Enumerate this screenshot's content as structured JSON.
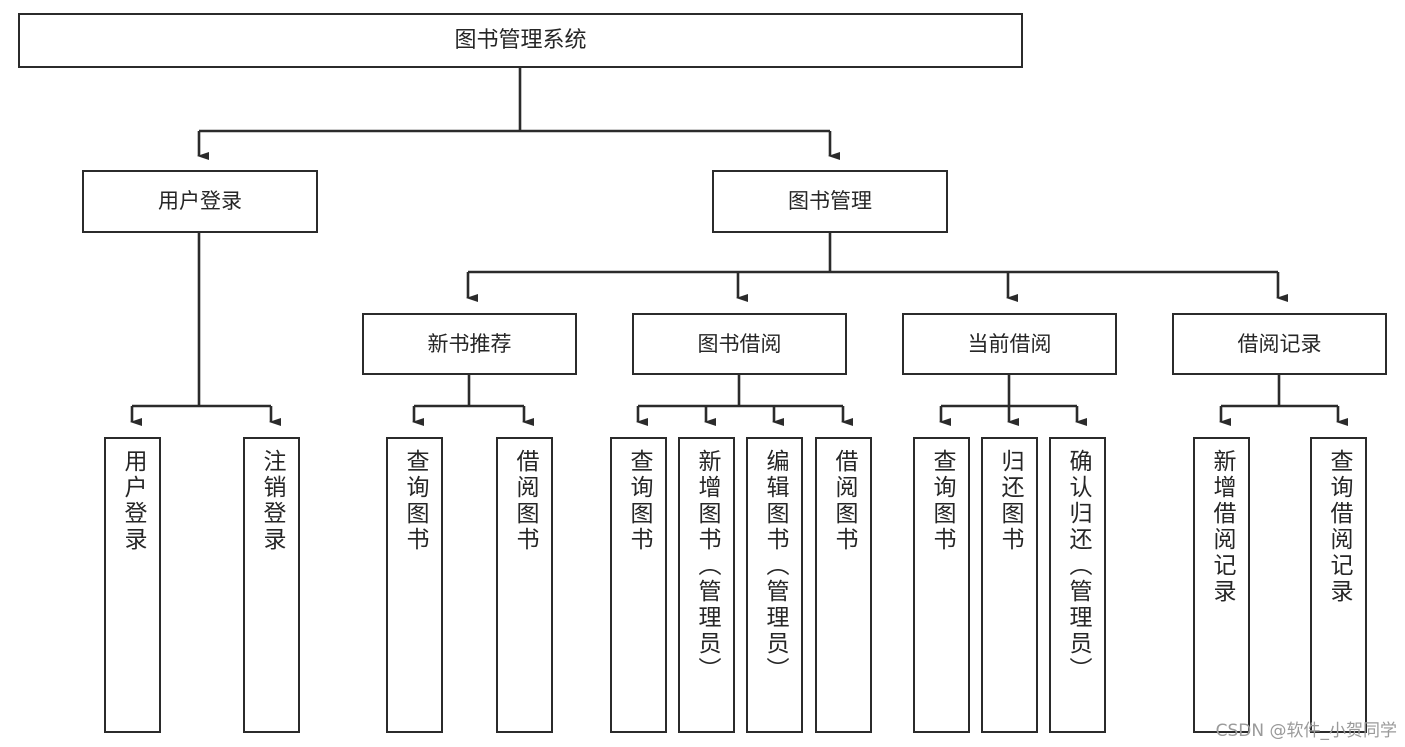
{
  "diagram": {
    "title": "图书管理系统",
    "watermark": "CSDN @软件_小贺同学",
    "colors": {
      "box_border": "#2b2b2b",
      "box_fill": "#ffffff",
      "edge": "#2b2b2b",
      "text": "#262626",
      "background": "#ffffff",
      "watermark": "#9a9a9a"
    },
    "root": {
      "label": "图书管理系统"
    },
    "level1": [
      {
        "label": "用户登录"
      },
      {
        "label": "图书管理"
      }
    ],
    "level2": [
      {
        "label": "新书推荐"
      },
      {
        "label": "图书借阅"
      },
      {
        "label": "当前借阅"
      },
      {
        "label": "借阅记录"
      }
    ],
    "leaves": {
      "user_login": [
        {
          "label": "用户登录"
        },
        {
          "label": "注销登录"
        }
      ],
      "new_book": [
        {
          "label": "查询图书"
        },
        {
          "label": "借阅图书"
        }
      ],
      "borrow_book": [
        {
          "label": "查询图书"
        },
        {
          "label": "新增图书（管理员）"
        },
        {
          "label": "编辑图书（管理员）"
        },
        {
          "label": "借阅图书"
        }
      ],
      "current_borrow": [
        {
          "label": "查询图书"
        },
        {
          "label": "归还图书"
        },
        {
          "label": "确认归还（管理员）"
        }
      ],
      "borrow_record": [
        {
          "label": "新增借阅记录"
        },
        {
          "label": "查询借阅记录"
        }
      ]
    }
  }
}
